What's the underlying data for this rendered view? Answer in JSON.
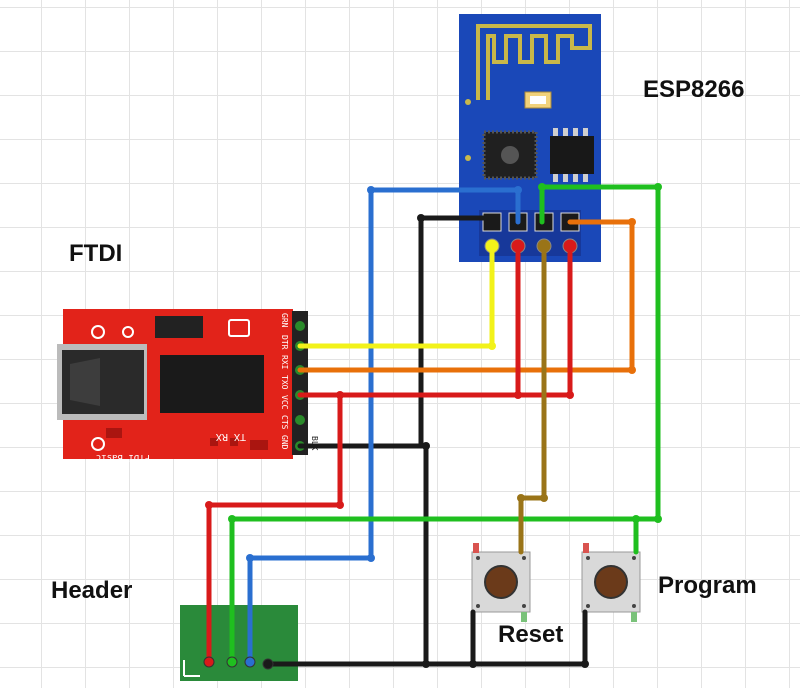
{
  "labels": {
    "esp": "ESP8266",
    "ftdi": "FTDI",
    "header": "Header",
    "reset": "Reset",
    "program": "Program"
  },
  "ftdi_board": {
    "pins": [
      "GRN",
      "DTR",
      "RXI",
      "TXO",
      "VCC",
      "CTS",
      "GND",
      "BLK"
    ],
    "silk_left": "FTDI Basic",
    "silk_tx_rx": "TX RX"
  },
  "colors": {
    "wire_black": "#1a1a1a",
    "wire_blue": "#2a6fd0",
    "wire_green": "#1fbf1f",
    "wire_yellow": "#f2f21a",
    "wire_orange": "#e8700a",
    "wire_red": "#d81a1a",
    "wire_brown": "#9a7418",
    "esp_board": "#1a48b8",
    "ftdi_board": "#e2231a",
    "header_board": "#2a8a3a"
  }
}
